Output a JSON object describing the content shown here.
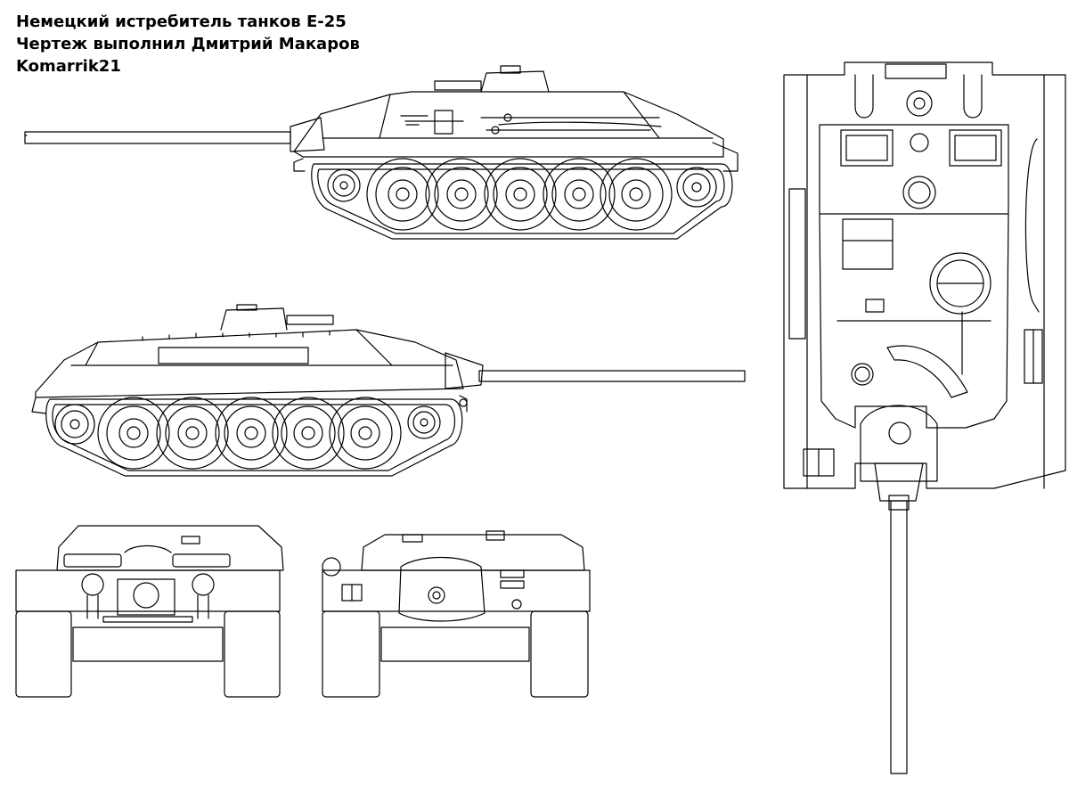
{
  "title": {
    "line1": "Немецкий истребитель танков Е-25",
    "line2": "Чертеж выполнил Дмитрий Макаров",
    "line3": "Komarrik21"
  },
  "colors": {
    "ink": "#000000",
    "paper": "#ffffff"
  }
}
